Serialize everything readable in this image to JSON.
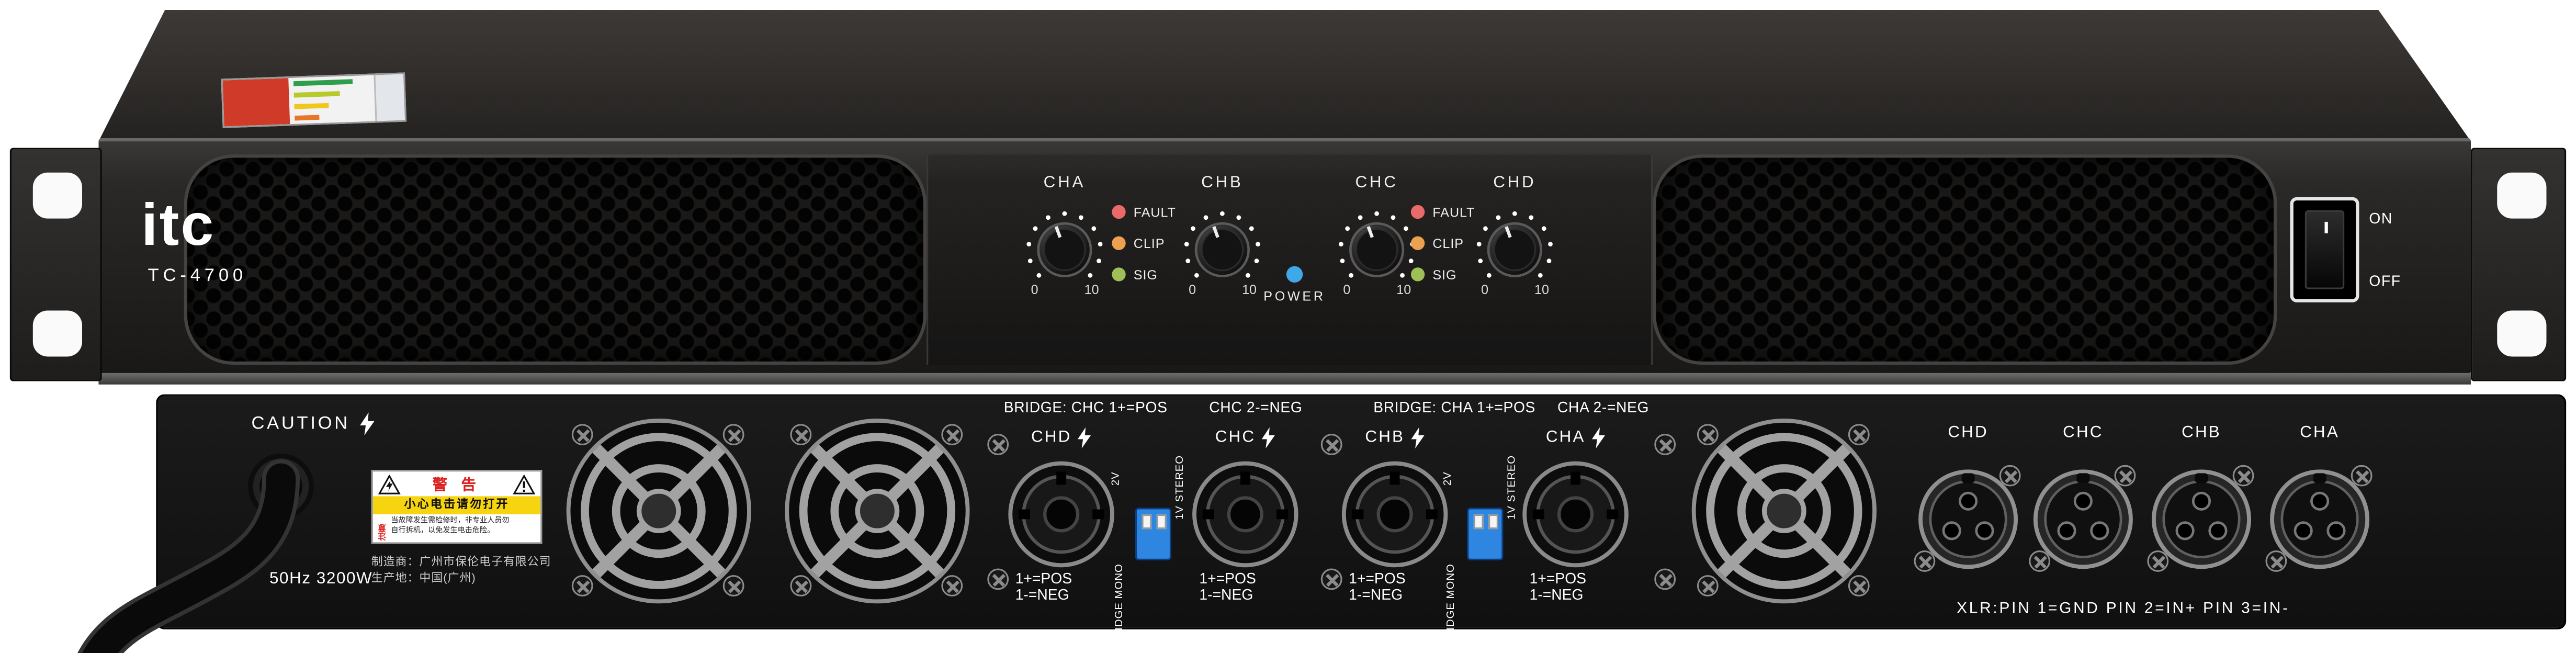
{
  "front": {
    "brand": "itc",
    "model": "TC-4700",
    "channels": [
      {
        "label": "CHA"
      },
      {
        "label": "CHB"
      },
      {
        "label": "CHC"
      },
      {
        "label": "CHD"
      }
    ],
    "knob_min": "0",
    "knob_max": "10",
    "leds": [
      {
        "label": "FAULT",
        "color": "#e86a6a"
      },
      {
        "label": "CLIP",
        "color": "#eba14f"
      },
      {
        "label": "SIG",
        "color": "#9fbf57"
      }
    ],
    "power_label": "POWER",
    "power_led_color": "#3fa8e8",
    "power_switch": {
      "on": "ON",
      "off": "OFF"
    }
  },
  "rear": {
    "caution": "CAUTION",
    "rating": "50Hz 3200W",
    "warning": {
      "title": "警 告",
      "subtitle": "小心电击请勿打开",
      "attention": "注意",
      "note_line1": "当故障发生需检修时，非专业人员勿",
      "note_line2": "自行拆机，以免发生电击危险。"
    },
    "manufacturer": "制造商：广州市保伦电子有限公司",
    "origin": "生产地：中国(广州)",
    "bridge_groups": [
      {
        "left": "BRIDGE: CHC 1+=POS",
        "right": "CHC 2-=NEG"
      },
      {
        "left": "BRIDGE: CHA 1+=POS",
        "right": "CHA 2-=NEG"
      }
    ],
    "speakon_channels": [
      {
        "label": "CHD"
      },
      {
        "label": "CHC"
      },
      {
        "label": "CHB"
      },
      {
        "label": "CHA"
      }
    ],
    "pin_pos": "1+=POS",
    "pin_neg": "1-=NEG",
    "dip": {
      "left": "2V",
      "right": "1V STEREO",
      "bottom": "BRIDGE MONO"
    },
    "xlr_channels": [
      {
        "label": "CHD"
      },
      {
        "label": "CHC"
      },
      {
        "label": "CHB"
      },
      {
        "label": "CHA"
      }
    ],
    "xlr_note": "XLR:PIN 1=GND PIN 2=IN+ PIN 3=IN-"
  }
}
